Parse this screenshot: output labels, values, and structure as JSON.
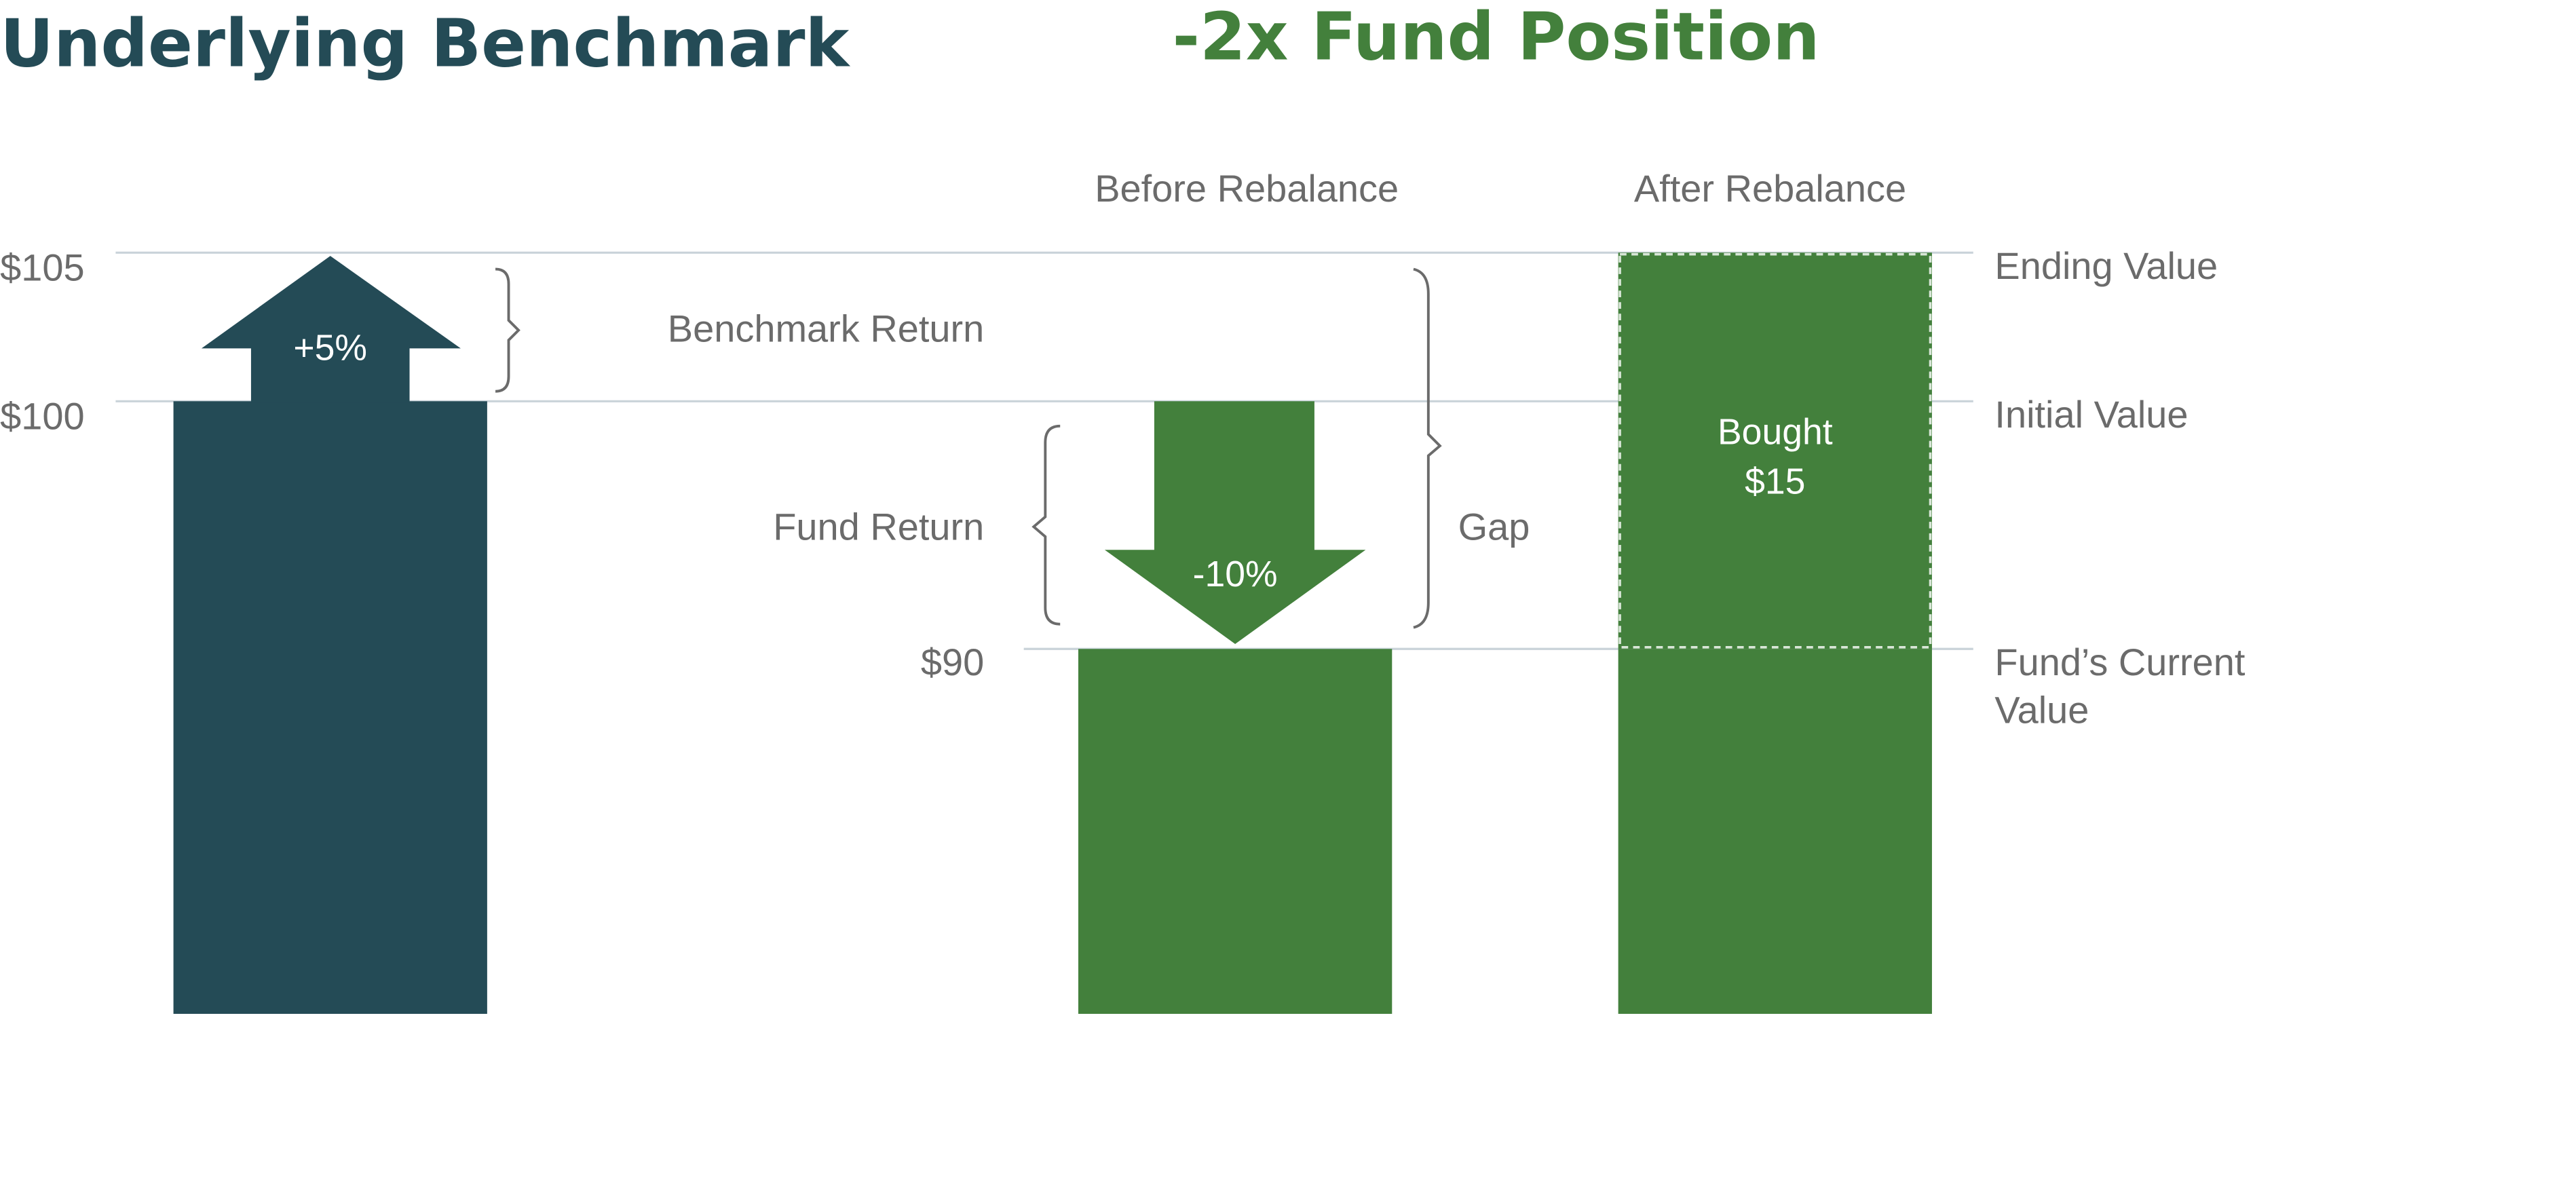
{
  "titles": {
    "left": "Underlying Benchmark",
    "right": "-2x Fund Position"
  },
  "columns": {
    "before": "Before Rebalance",
    "after": "After Rebalance"
  },
  "axis_labels": {
    "v105": "$105",
    "v100": "$100",
    "v90": "$90"
  },
  "annotations": {
    "benchmark_return": "Benchmark Return",
    "fund_return": "Fund Return",
    "gap": "Gap",
    "benchmark_pct": "+5%",
    "fund_pct": "-10%",
    "bought_line1": "Bought",
    "bought_line2": "$15"
  },
  "right_labels": {
    "ending": "Ending Value",
    "initial": "Initial Value",
    "current_line1": "Fund’s Current",
    "current_line2": "Value"
  },
  "colors": {
    "benchmark": "#244b56",
    "fund": "#43803c",
    "text": "#6b6b6b",
    "grid": "#c9d3d9"
  },
  "chart_data": {
    "type": "bar",
    "categories": [
      "Underlying Benchmark",
      "Before Rebalance",
      "After Rebalance"
    ],
    "levels": [
      105,
      100,
      90
    ],
    "benchmark": {
      "start": 100,
      "end": 105,
      "return_pct": 5
    },
    "fund_before": {
      "start": 100,
      "end": 90,
      "return_pct": -10
    },
    "fund_after": {
      "current": 90,
      "bought": 15,
      "ending": 105
    }
  }
}
